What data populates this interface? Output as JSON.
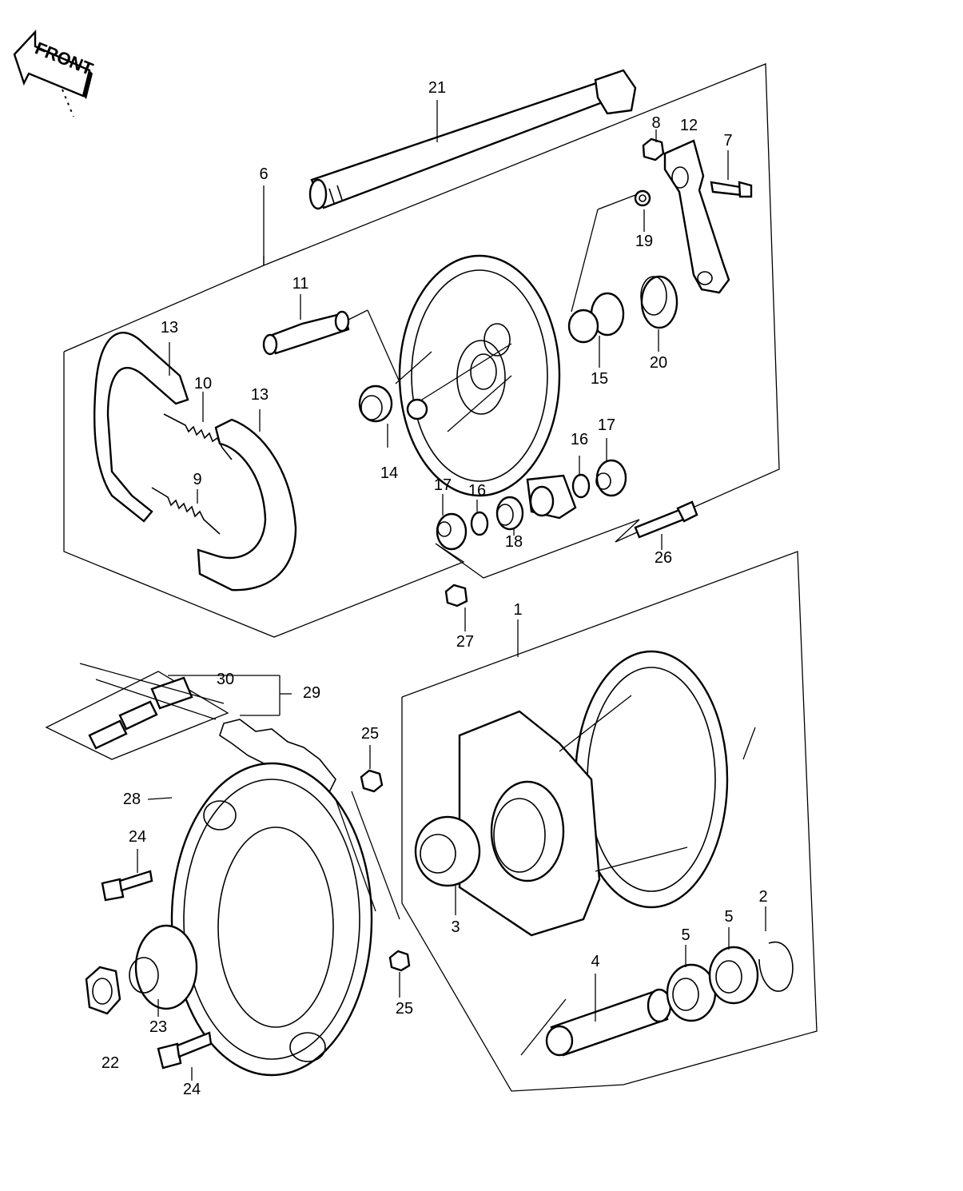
{
  "front_label": "FRONT",
  "colors": {
    "ink": "#000000",
    "paper": "#ffffff"
  },
  "part_numbers": {
    "p1": "1",
    "p2": "2",
    "p3": "3",
    "p4": "4",
    "p5a": "5",
    "p5b": "5",
    "p6": "6",
    "p7": "7",
    "p8": "8",
    "p9": "9",
    "p10": "10",
    "p11": "11",
    "p12": "12",
    "p13a": "13",
    "p13b": "13",
    "p14": "14",
    "p15": "15",
    "p16a": "16",
    "p16b": "16",
    "p17a": "17",
    "p17b": "17",
    "p18": "18",
    "p19": "19",
    "p20": "20",
    "p21": "21",
    "p22": "22",
    "p23": "23",
    "p24a": "24",
    "p24b": "24",
    "p25a": "25",
    "p25b": "25",
    "p26": "26",
    "p27": "27",
    "p28": "28",
    "p29": "29",
    "p30": "30"
  }
}
